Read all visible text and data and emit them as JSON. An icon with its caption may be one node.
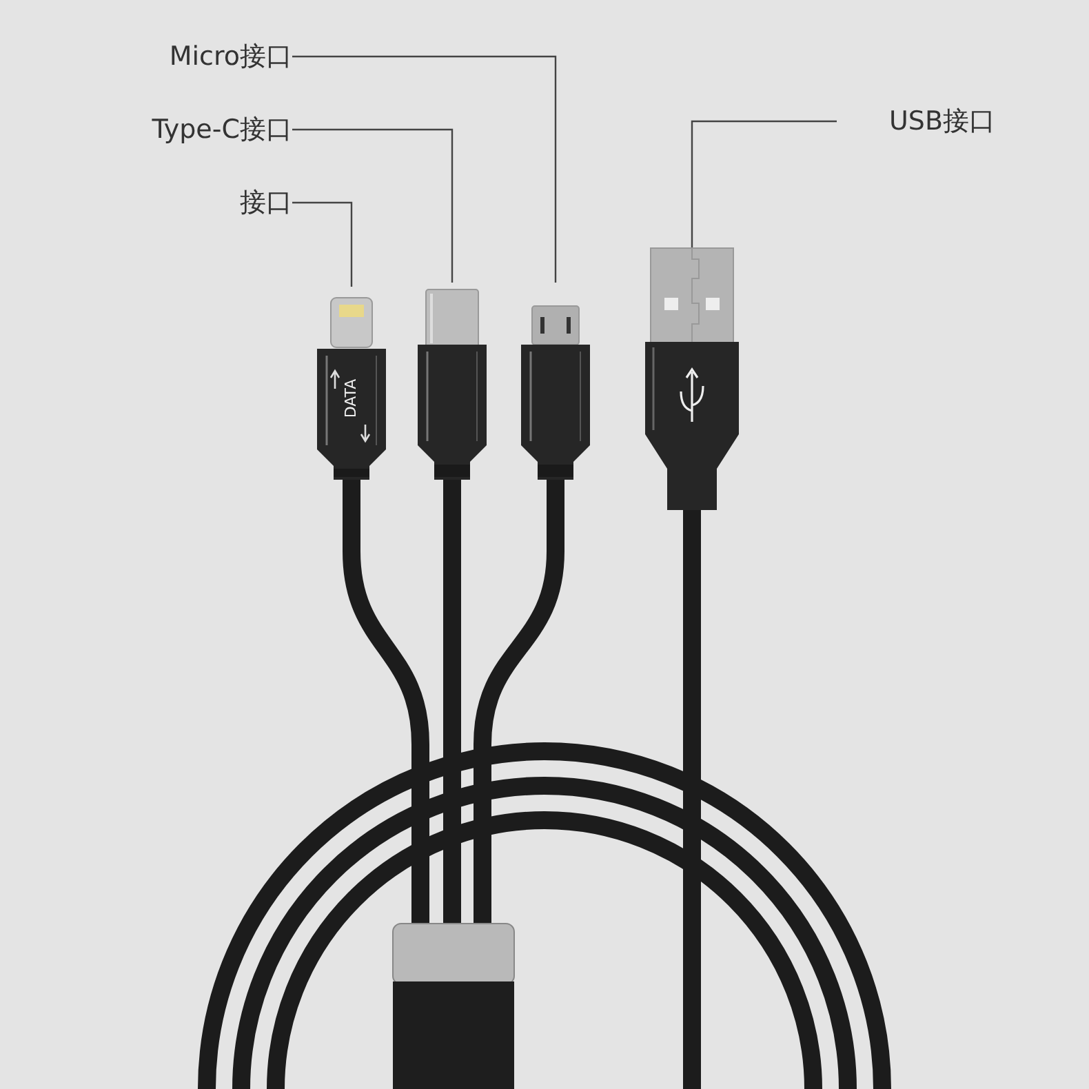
{
  "diagram": {
    "nodes": [
      {
        "text": [
          "Micro接口"
        ]
      },
      {
        "text": [
          "Type-C接口"
        ]
      },
      {
        "text": [
          "接口"
        ]
      },
      {
        "text": [
          "USB接口"
        ]
      },
      {
        "text": [],
        "shape": "picture"
      },
      {
        "text": [],
        "shape": "picture"
      },
      {
        "text": [],
        "shape": "picture"
      },
      {
        "text": [],
        "shape": "picture"
      }
    ],
    "edges": [
      {
        "from": 0,
        "to": 6,
        "arrow": "none"
      },
      {
        "from": 1,
        "to": 5,
        "arrow": "none"
      },
      {
        "from": 2,
        "to": 4,
        "arrow": "none"
      },
      {
        "from": 3,
        "to": 7,
        "arrow": "none"
      }
    ],
    "labels": [
      "DATA"
    ]
  }
}
